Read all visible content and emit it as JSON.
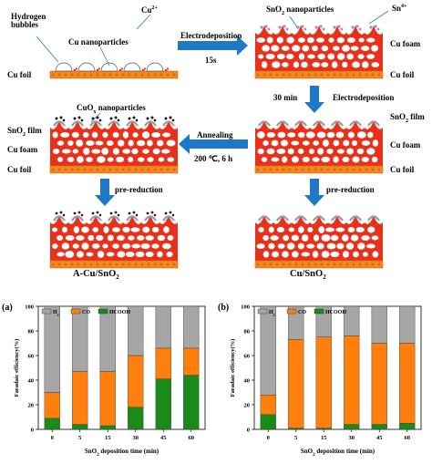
{
  "colors": {
    "foam": "#e8301a",
    "foil": "#f08a1c",
    "foil_dark": "#d9651a",
    "pore": "#ffffff",
    "sno2_film": "#9a9a9a",
    "cuox": "#1a1a1a",
    "arrow_blue": "#1e78c8",
    "h2": "#a6a6a6",
    "co": "#ff7f0e",
    "hcooh": "#1a8a1a"
  },
  "schematic": {
    "step1": {
      "hydrogen_bubbles": "Hydrogen\nbubbles",
      "cu2": "Cu",
      "cu2_sup": "2+",
      "cu_nanoparticles": "Cu nanoparticles",
      "cu_foil": "Cu foil"
    },
    "arrow_electrodeposition": "Electrodeposition",
    "arrow_time": "15s",
    "step2": {
      "sno2_nanoparticles": "SnO",
      "sno2_nanoparticles_sub": "2",
      "sno2_nanoparticles_tail": " nanoparticles",
      "sn4": "Sn",
      "sn4_sup": "4+",
      "cu_foam": "Cu foam",
      "cu_foil": "Cu foil"
    },
    "arrow_down1_time": "30 min",
    "arrow_down1_label": "Electrodeposition",
    "step3": {
      "sno2_film": "SnO",
      "sno2_film_sub": "2",
      "sno2_film_tail": " film",
      "cu_foam": "Cu foam",
      "cu_foil": "Cu foil"
    },
    "arrow_annealing": "Annealing",
    "arrow_annealing_cond": "200 ℃, 6 h",
    "step4": {
      "cuox": "CuO",
      "cuox_sub": "x",
      "cuox_tail": " nanoparticles",
      "sno2_film": "SnO",
      "sno2_film_sub": "2",
      "sno2_film_tail": " film",
      "cu_foam": "Cu foam",
      "cu_foil": "Cu foil"
    },
    "pre_reduction_left": "pre-reduction",
    "pre_reduction_right": "pre-reduction",
    "product_left": "A-Cu/SnO",
    "product_left_sub": "2",
    "product_right": "Cu/SnO",
    "product_right_sub": "2"
  },
  "chart_data": [
    {
      "panel": "(a)",
      "type": "bar",
      "stacked": true,
      "categories": [
        "0",
        "5",
        "15",
        "30",
        "45",
        "60"
      ],
      "series": [
        {
          "name": "HCOOH",
          "color": "#1a8a1a",
          "values": [
            9,
            4,
            3,
            18,
            41,
            44
          ]
        },
        {
          "name": "CO",
          "color": "#ff7f0e",
          "values": [
            21,
            43,
            44,
            42,
            25,
            22
          ]
        },
        {
          "name": "H2",
          "color": "#a6a6a6",
          "values": [
            70,
            53,
            53,
            40,
            34,
            34
          ]
        }
      ],
      "legend": [
        "H2",
        "CO",
        "HCOOH"
      ],
      "xlabel": "SnO2 deposition time (min)",
      "ylabel": "Faradaic efficiency(%)",
      "yticks": [
        "0",
        "20",
        "40",
        "60",
        "80",
        "100"
      ],
      "ylim": [
        0,
        100
      ]
    },
    {
      "panel": "(b)",
      "type": "bar",
      "stacked": true,
      "categories": [
        "0",
        "5",
        "15",
        "30",
        "45",
        "60"
      ],
      "series": [
        {
          "name": "HCOOH",
          "color": "#1a8a1a",
          "values": [
            12,
            1,
            1,
            4,
            4,
            5
          ]
        },
        {
          "name": "CO",
          "color": "#ff7f0e",
          "values": [
            16,
            72,
            74,
            72,
            66,
            65
          ]
        },
        {
          "name": "H2",
          "color": "#a6a6a6",
          "values": [
            72,
            27,
            25,
            24,
            30,
            30
          ]
        }
      ],
      "legend": [
        "H2",
        "CO",
        "HCOOH"
      ],
      "xlabel": "SnO2 deposition time (min)",
      "ylabel": "Faradaic efficiency(%)",
      "yticks": [
        "0",
        "20",
        "40",
        "60",
        "80",
        "100"
      ],
      "ylim": [
        0,
        100
      ]
    }
  ]
}
